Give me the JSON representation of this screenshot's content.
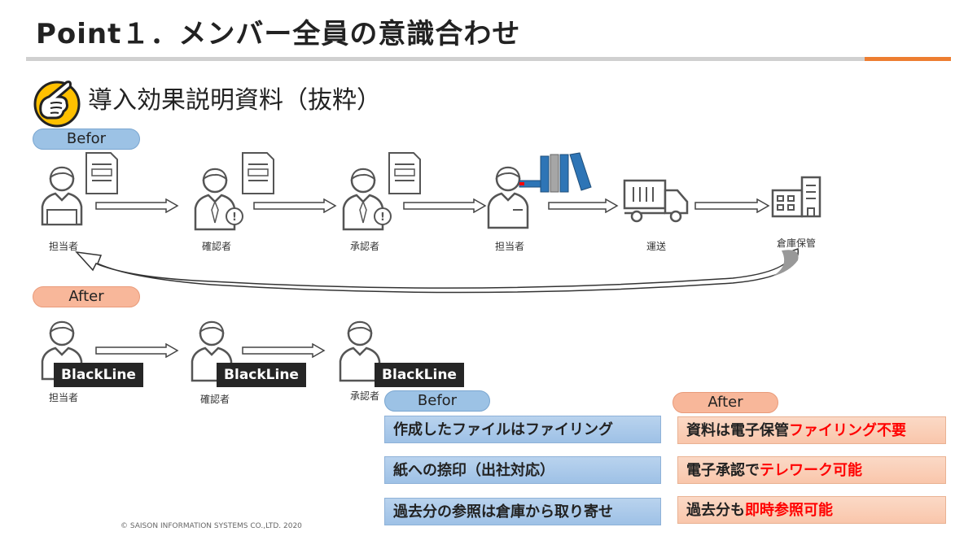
{
  "title": "Point１．メンバー全員の意識合わせ",
  "subtitle": "導入効果説明資料（抜粋）",
  "before_label": "Befor",
  "after_label": "After",
  "before_flow": [
    "担当者",
    "確認者",
    "承認者",
    "担当者",
    "運送",
    "倉庫保管"
  ],
  "after_flow": [
    "担当者",
    "確認者",
    "承認者"
  ],
  "blackline": "BlackLine",
  "compare": {
    "before_header": "Befor",
    "after_header": "After",
    "before_items": [
      "作成したファイルはファイリング",
      "紙への捺印（出社対応）",
      "過去分の参照は倉庫から取り寄せ"
    ],
    "after_items": [
      {
        "plain": "資料は電子保管",
        "highlight": "ファイリング不要"
      },
      {
        "plain": "電子承認で",
        "highlight": "テレワーク可能"
      },
      {
        "plain": "過去分も",
        "highlight": "即時参照可能"
      }
    ]
  },
  "copyright": "© SAISON INFORMATION SYSTEMS CO.,LTD. 2020",
  "colors": {
    "accent": "#ed7d31",
    "highlight": "#ff0000",
    "blue_pill": "#9cc2e5",
    "orange_pill": "#f8b79a"
  }
}
